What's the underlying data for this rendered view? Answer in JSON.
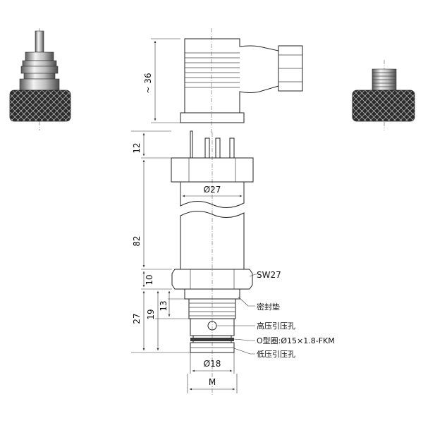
{
  "colors": {
    "line": "#222222",
    "metal_dark": "#3a3a3a",
    "metal_mid": "#8a8a8a",
    "metal_light": "#e0e0e0",
    "background": "#ffffff"
  },
  "connector": {
    "height_dim": "~ 36"
  },
  "body": {
    "dim_top": "12",
    "dim_length": "82",
    "dim_hex_height": "10",
    "dim_lower": "27",
    "dim_mid": "19",
    "dim_small": "13",
    "dia_body": "Ø27",
    "dia_port": "Ø18",
    "thread": "M"
  },
  "callouts": {
    "hex": "SW27",
    "seal": "密封垫",
    "high_port": "高压引压孔",
    "oring": "O型圈:Ø15×1.8-FKM",
    "low_port": "低压引压孔"
  }
}
